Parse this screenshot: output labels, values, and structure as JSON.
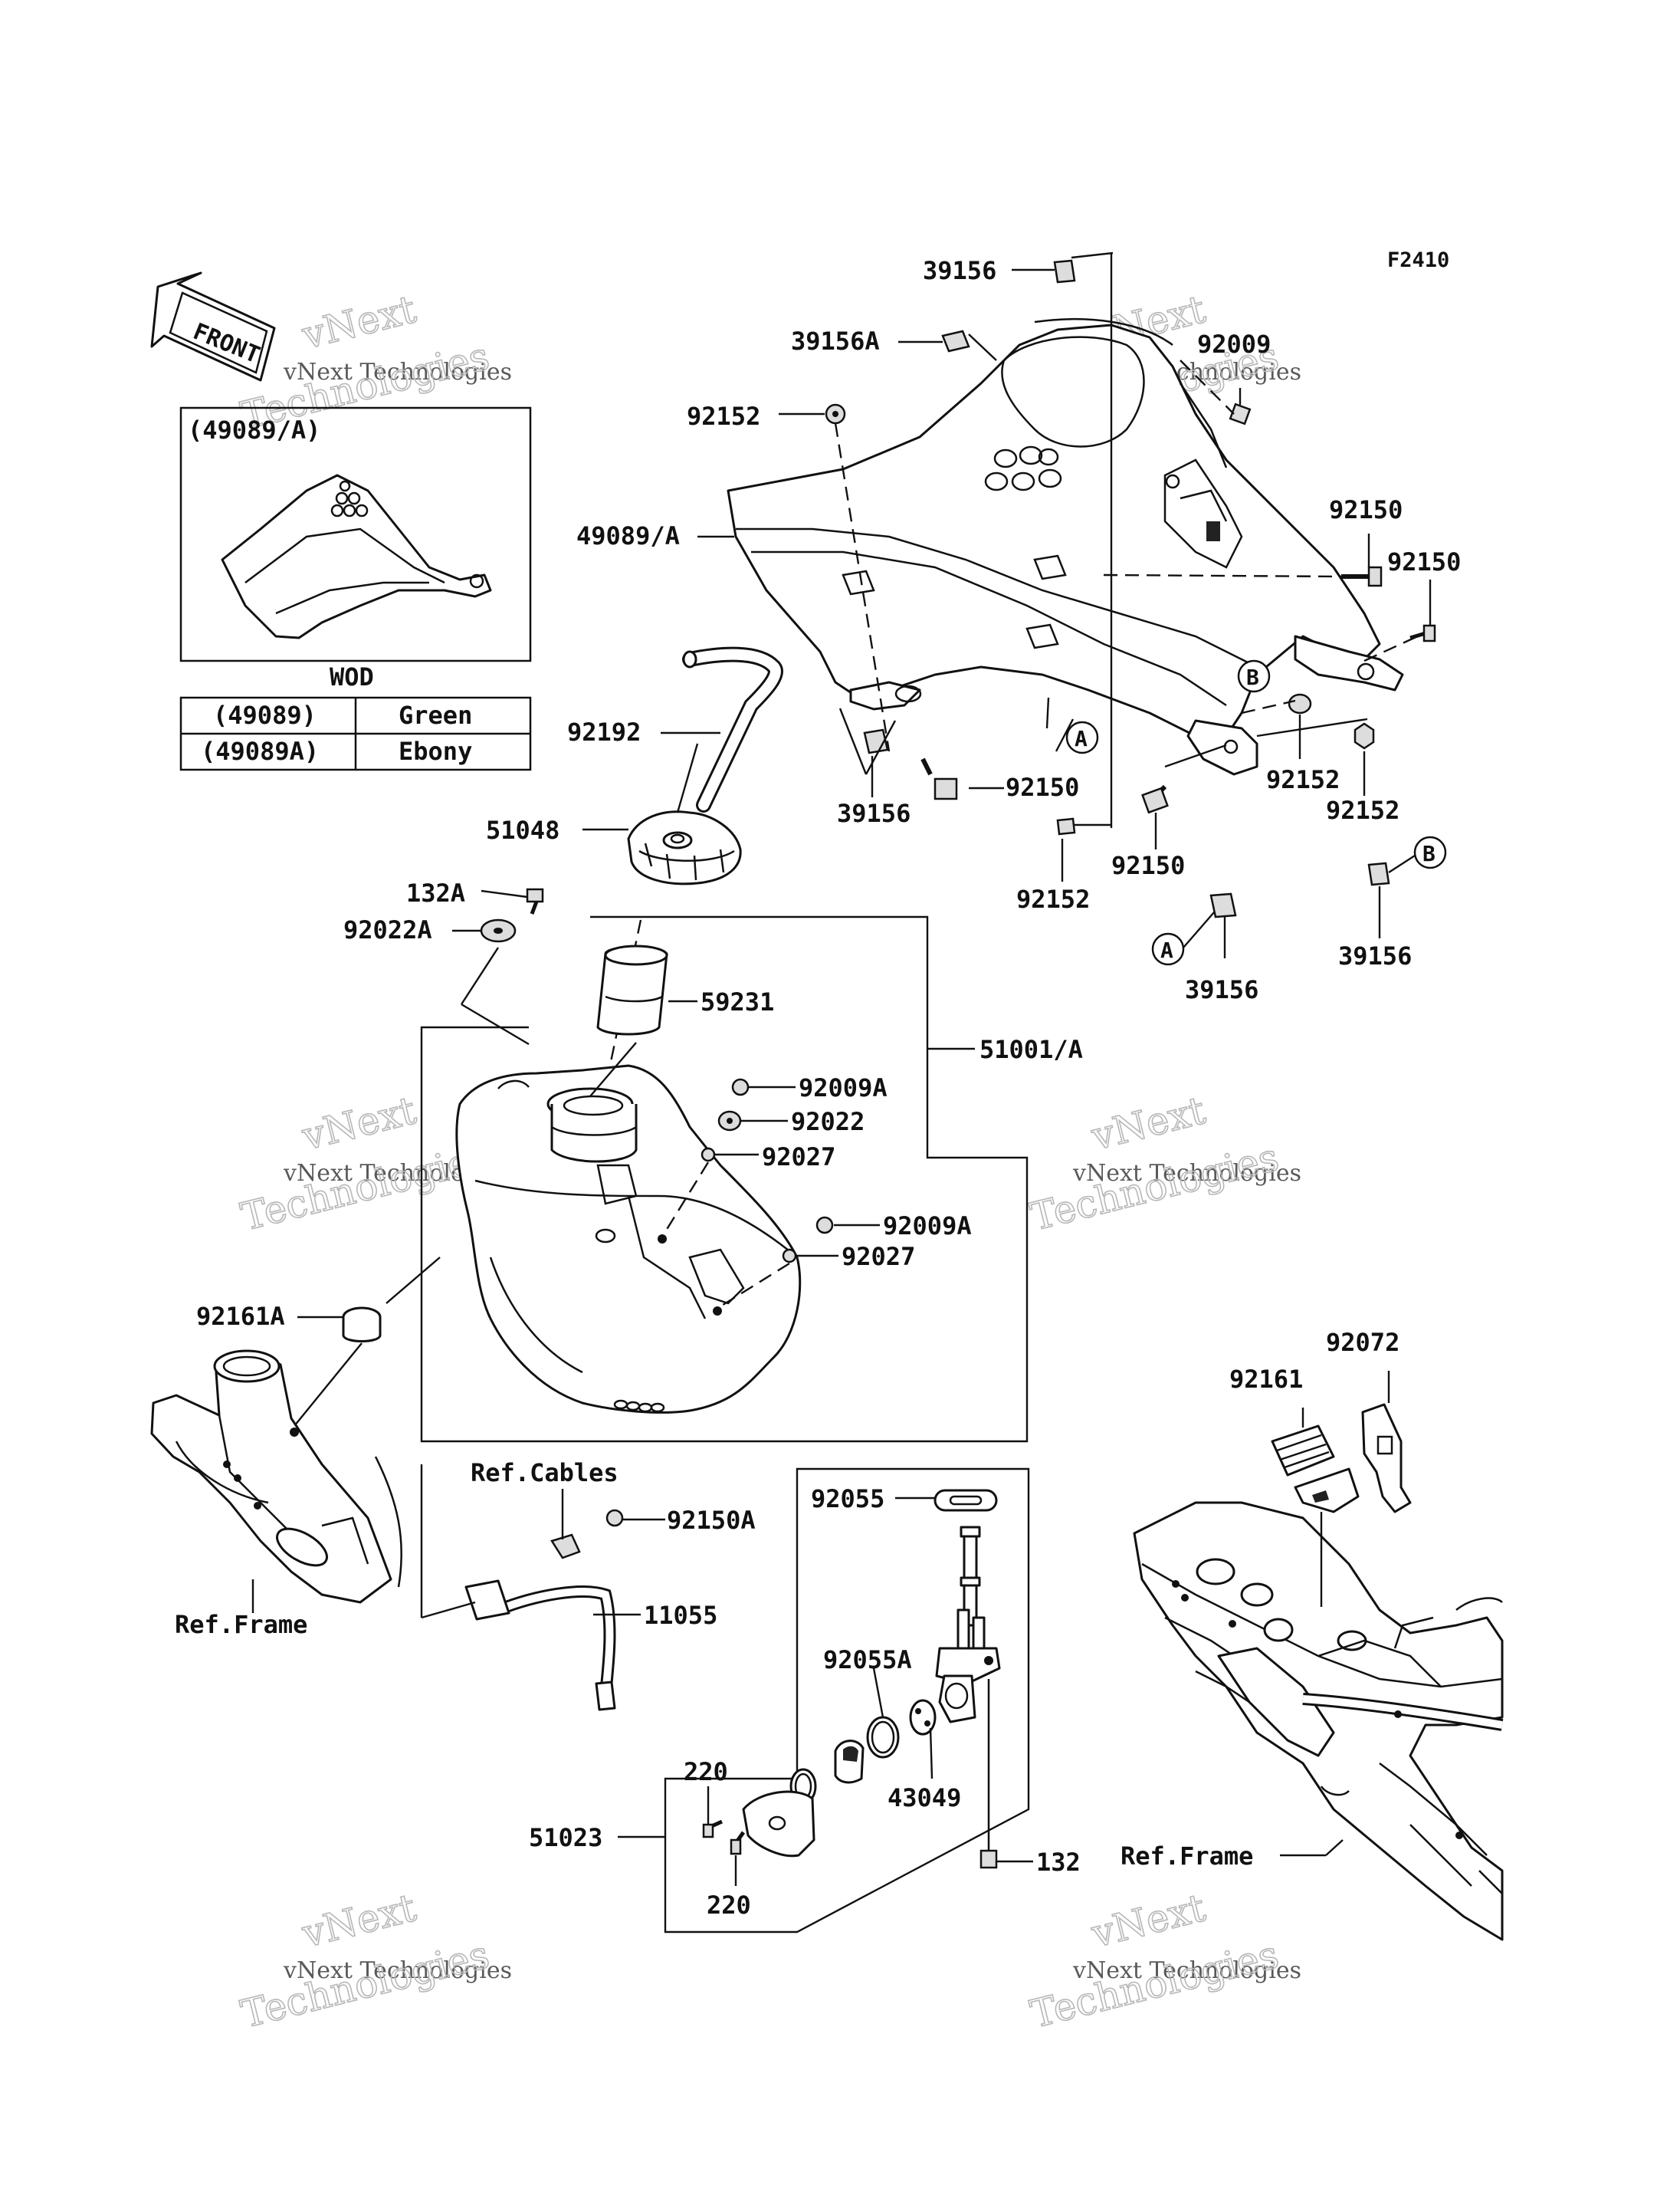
{
  "figure_code": "F2410",
  "front_label": "FRONT",
  "inset": {
    "title": "(49089/A)",
    "caption": "WOD"
  },
  "color_table": {
    "rows": [
      {
        "part": "(49089)",
        "color": "Green"
      },
      {
        "part": "(49089A)",
        "color": "Ebony"
      }
    ]
  },
  "callouts": {
    "c39156_top": "39156",
    "c39156a": "39156A",
    "c92009": "92009",
    "c92152_top": "92152",
    "c49089a": "49089/A",
    "c92150_r1": "92150",
    "c92150_r2": "92150",
    "c92192": "92192",
    "c39156_mid": "39156",
    "c92150_mid": "92150",
    "c92152_r": "92152",
    "c92152_rr": "92152",
    "c51048": "51048",
    "c92152_low": "92152",
    "c92150_low": "92150",
    "c39156_r": "39156",
    "c39156_a": "39156",
    "c132a": "132A",
    "c92022a": "92022A",
    "c59231": "59231",
    "c51001a": "51001/A",
    "c92009a_1": "92009A",
    "c92022": "92022",
    "c92027_1": "92027",
    "c92009a_2": "92009A",
    "c92027_2": "92027",
    "c92161a": "92161A",
    "c92072": "92072",
    "c92161": "92161",
    "ref_cables": "Ref.Cables",
    "c92150a": "92150A",
    "c92055": "92055",
    "ref_frame_left": "Ref.Frame",
    "c11055": "11055",
    "c92055a": "92055A",
    "c220_top": "220",
    "c43049": "43049",
    "c51023": "51023",
    "c132": "132",
    "c220_bot": "220",
    "ref_frame_right": "Ref.Frame"
  },
  "markers": {
    "a_label": "A",
    "b_label": "B"
  },
  "watermark": {
    "line1": "vNext",
    "line2": "vNext Technologies",
    "line3": "Technologies"
  }
}
